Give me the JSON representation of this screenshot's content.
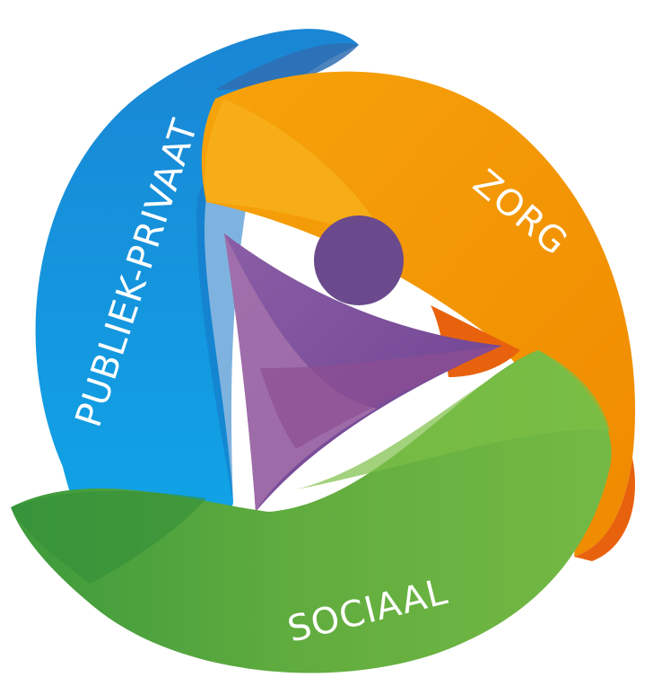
{
  "labels": {
    "publiek_privaat": "PUBLIEK-PRIVAAT",
    "zorg": "ZORG",
    "sociaal": "SOCIAAL"
  },
  "colors": {
    "blue": "#1e88d6",
    "blue_light": "#12a7e8",
    "blue_dark": "#2b6fb4",
    "orange": "#f39200",
    "orange_light": "#f7ae18",
    "orange_dark": "#e8620e",
    "green": "#6fb53f",
    "green_dark": "#3d9a3b",
    "purple": "#6b3f8e",
    "purple_light": "#9e6aa8"
  }
}
